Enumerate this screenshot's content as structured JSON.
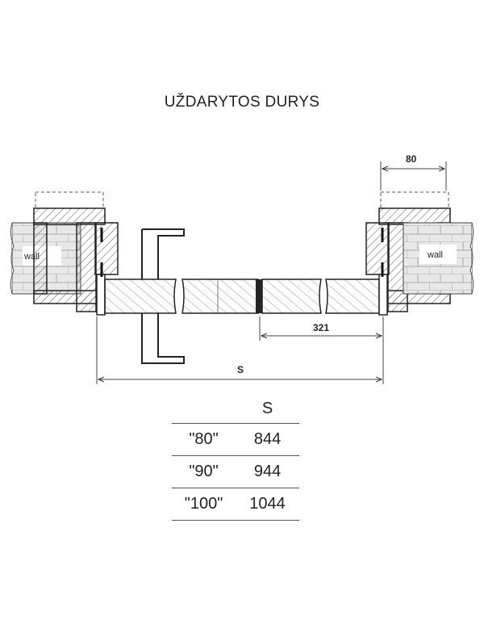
{
  "title": "UŽDARYTOS DURYS",
  "drawing": {
    "wall_left_label": "wall",
    "wall_right_label": "wall",
    "dim_top_right": "80",
    "dim_inner": "321",
    "dim_overall": "S"
  },
  "table": {
    "header": [
      "",
      "S"
    ],
    "rows": [
      {
        "size": "\"80\"",
        "s": "844"
      },
      {
        "size": "\"90\"",
        "s": "944"
      },
      {
        "size": "\"100\"",
        "s": "1044"
      }
    ]
  }
}
